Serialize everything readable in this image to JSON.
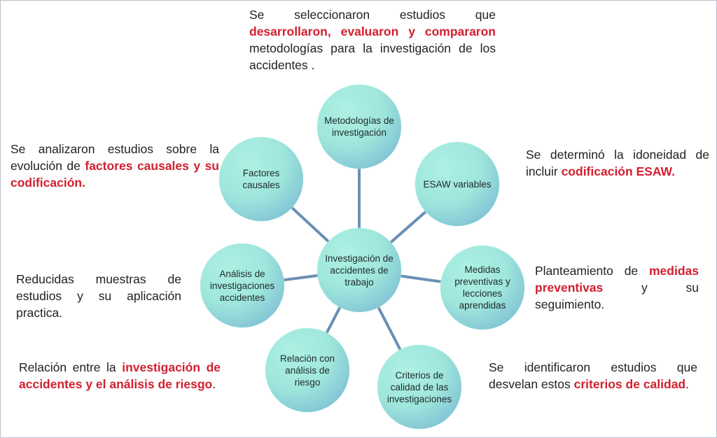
{
  "colors": {
    "highlight": "#d1202f",
    "connector": "#6a8fb5",
    "text": "#222222"
  },
  "center": {
    "label": "Investigación de accidentes de trabajo"
  },
  "nodes": [
    {
      "id": "metodologias",
      "label": "Metodologías de investigación"
    },
    {
      "id": "esaw",
      "label": "ESAW variables"
    },
    {
      "id": "medidas",
      "label": "Medidas preventivas y lecciones aprendidas"
    },
    {
      "id": "criterios",
      "label": "Criterios de calidad de las investigaciones"
    },
    {
      "id": "relacion",
      "label": "Relación con análisis de riesgo"
    },
    {
      "id": "analisis",
      "label": "Análisis de investigaciones accidentes"
    },
    {
      "id": "factores",
      "label": "Factores causales"
    }
  ],
  "notes": [
    {
      "id": "top",
      "segments": [
        {
          "t": "Se seleccionaron estudios que ",
          "h": false
        },
        {
          "t": "desarrollaron, evaluaron y compararon",
          "h": true
        },
        {
          "t": " metodologías para la investigación de los accidentes .",
          "h": false
        }
      ]
    },
    {
      "id": "left-top",
      "segments": [
        {
          "t": "Se analizaron estudios sobre la evolución de ",
          "h": false
        },
        {
          "t": "factores causales y su codificación.",
          "h": true
        }
      ]
    },
    {
      "id": "right-top",
      "segments": [
        {
          "t": "Se determinó la idoneidad de incluir ",
          "h": false
        },
        {
          "t": "codificación ESAW.",
          "h": true
        }
      ]
    },
    {
      "id": "left-mid",
      "segments": [
        {
          "t": "Reducidas muestras de estudios y su aplicación practica.",
          "h": false
        }
      ]
    },
    {
      "id": "right-mid",
      "segments": [
        {
          "t": "Planteamiento de ",
          "h": false
        },
        {
          "t": "medidas preventivas",
          "h": true
        },
        {
          "t": " y su seguimiento.",
          "h": false
        }
      ]
    },
    {
      "id": "left-bottom",
      "segments": [
        {
          "t": "Relación entre la ",
          "h": false
        },
        {
          "t": "investigación de accidentes y el análisis de riesgo",
          "h": true
        },
        {
          "t": ".",
          "h": false
        }
      ]
    },
    {
      "id": "right-bottom",
      "segments": [
        {
          "t": "Se identificaron estudios que desvelan estos ",
          "h": false
        },
        {
          "t": "criterios de calidad",
          "h": true
        },
        {
          "t": ".",
          "h": false
        }
      ]
    }
  ]
}
